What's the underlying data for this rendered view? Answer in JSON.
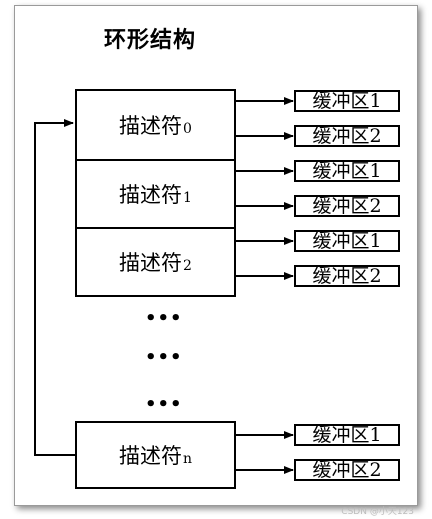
{
  "title": "环形结构",
  "descriptors": [
    {
      "label": "描述符",
      "sub": "0"
    },
    {
      "label": "描述符",
      "sub": "1"
    },
    {
      "label": "描述符",
      "sub": "2"
    },
    {
      "label": "描述符",
      "sub": "n"
    }
  ],
  "buffer_labels": [
    "缓冲区1",
    "缓冲区2"
  ],
  "ellipsis": "•••",
  "watermark": "CSDN @小天123"
}
